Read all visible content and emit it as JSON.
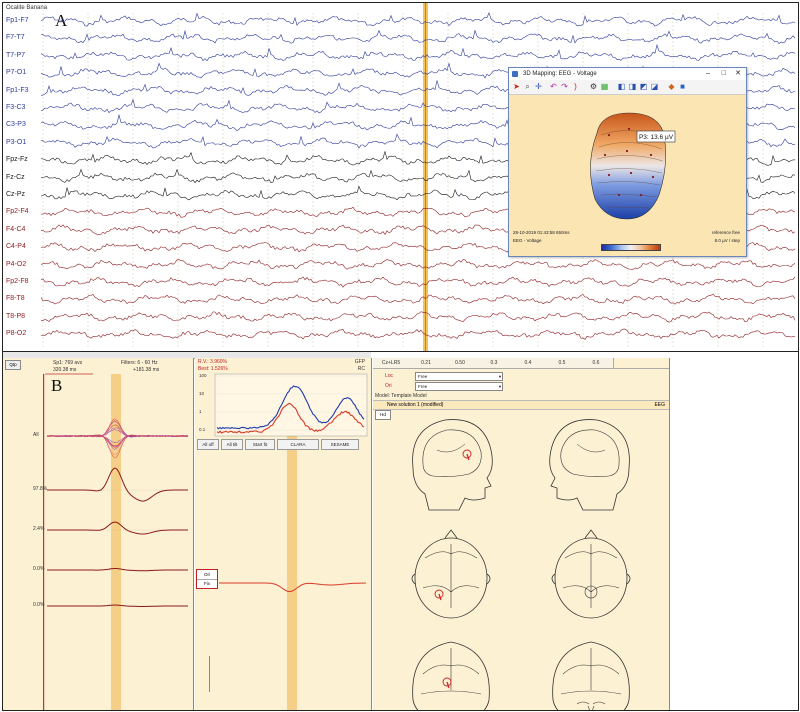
{
  "figure": {
    "panel_a_letter": "A",
    "panel_b_letter": "B"
  },
  "eeg": {
    "header": "Ocalite Banana",
    "channels": [
      {
        "label": "Fp1-F7",
        "color": "#2c3a9c"
      },
      {
        "label": "F7-T7",
        "color": "#2c3a9c"
      },
      {
        "label": "T7-P7",
        "color": "#2c3a9c"
      },
      {
        "label": "P7-O1",
        "color": "#2c3a9c"
      },
      {
        "label": "Fp1-F3",
        "color": "#2c3a9c"
      },
      {
        "label": "F3-C3",
        "color": "#2c3a9c"
      },
      {
        "label": "C3-P3",
        "color": "#2c3a9c"
      },
      {
        "label": "P3-O1",
        "color": "#2c3a9c"
      },
      {
        "label": "Fpz-Fz",
        "color": "#1a1a1a"
      },
      {
        "label": "Fz-Cz",
        "color": "#1a1a1a"
      },
      {
        "label": "Cz-Pz",
        "color": "#1a1a1a"
      },
      {
        "label": "Fp2-F4",
        "color": "#8f1f24"
      },
      {
        "label": "F4-C4",
        "color": "#8f1f24"
      },
      {
        "label": "C4-P4",
        "color": "#8f1f24"
      },
      {
        "label": "P4-O2",
        "color": "#8f1f24"
      },
      {
        "label": "Fp2-F8",
        "color": "#8f1f24"
      },
      {
        "label": "F8-T8",
        "color": "#8f1f24"
      },
      {
        "label": "T8-P8",
        "color": "#8f1f24"
      },
      {
        "label": "P8-O2",
        "color": "#8f1f24"
      }
    ]
  },
  "mapping_window": {
    "title": "3D Mapping: EEG - Voltage",
    "minimize": "–",
    "maximize": "□",
    "close": "✕",
    "tooltip": "P3: 13.6 µV",
    "timestamp": "28-10-2019 01:43:58 650ms",
    "mode": "EEG - Voltage",
    "reference": "reference free",
    "scale": "8.0 µV / step"
  },
  "averaging": {
    "top_left": "Qtp",
    "spike_label": "Sp1: 769 avs",
    "filters": "Filters: 6 - 60 Hz",
    "time_left": "320.38 ms",
    "time_right": "+181.38 ms",
    "trace_labels": [
      "All",
      "97.8%",
      "2.4%",
      "0.0%",
      "0.0%"
    ]
  },
  "source_panel": {
    "rv": "R.V.: 3.960%",
    "best": "Best: 1.526%",
    "gfp": "GFP",
    "rc": "RC",
    "axis_ticks": [
      "100",
      "10",
      "1",
      "0.1"
    ],
    "buttons": [
      "All off",
      "All tilt",
      "Start fit",
      "CLARA",
      "SESAME"
    ],
    "ori_label": "Ori",
    "fix_label": "Fix"
  },
  "model_panel": {
    "tabs": [
      "Cz+LR5",
      "0.21",
      "0.50",
      "0.3",
      "0.4",
      "0.5",
      "0.6"
    ],
    "loc_label": "Loc",
    "loc_value": "Free",
    "ori_label": "Ori",
    "ori_value": "Free",
    "model": "Model: Template Model",
    "solution": "New solution 1 (modified)",
    "solution_id": "EEG",
    "hd_button": "Hd"
  }
}
